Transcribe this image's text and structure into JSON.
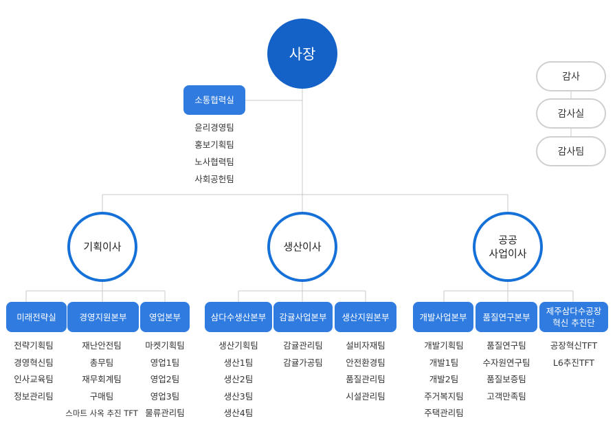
{
  "ceo": {
    "label": "사장"
  },
  "communication": {
    "label": "소통협력실",
    "teams": [
      "윤리경영팀",
      "홍보기획팀",
      "노사협력팀",
      "사회공헌팀"
    ]
  },
  "audit": [
    "감사",
    "감사실",
    "감사팀"
  ],
  "directors": [
    {
      "label": "기획이사",
      "divisions": [
        {
          "label": "미래전략실",
          "teams": [
            "전략기획팀",
            "경영혁신팀",
            "인사교육팀",
            "정보관리팀"
          ]
        },
        {
          "label": "경영지원본부",
          "teams": [
            "재난안전팀",
            "총무팀",
            "재무회계팀",
            "구매팀",
            "스마트 사옥 추진 TFT"
          ]
        },
        {
          "label": "영업본부",
          "teams": [
            "마켓기획팀",
            "영업1팀",
            "영업2팀",
            "영업3팀",
            "물류관리팀"
          ]
        }
      ]
    },
    {
      "label": "생산이사",
      "divisions": [
        {
          "label": "삼다수생산본부",
          "teams": [
            "생산기획팀",
            "생산1팀",
            "생산2팀",
            "생산3팀",
            "생산4팀"
          ]
        },
        {
          "label": "감귤사업본부",
          "teams": [
            "감귤관리팀",
            "감귤가공팀"
          ]
        },
        {
          "label": "생산지원본부",
          "teams": [
            "설비자재팀",
            "안전환경팀",
            "품질관리팀",
            "시설관리팀"
          ]
        }
      ]
    },
    {
      "label_line1": "공공",
      "label_line2": "사업이사",
      "divisions": [
        {
          "label": "개발사업본부",
          "teams": [
            "개발기획팀",
            "개발1팀",
            "개발2팀",
            "주거복지팀",
            "주택관리팀"
          ]
        },
        {
          "label": "품질연구본부",
          "teams": [
            "품질연구팀",
            "수자원연구팀",
            "품질보증팀",
            "고객만족팀"
          ]
        },
        {
          "label_line1": "제주삼다수공장",
          "label_line2": "혁신 추진단",
          "teams": [
            "공장혁신TFT",
            "L6추진TFT"
          ]
        }
      ]
    }
  ]
}
